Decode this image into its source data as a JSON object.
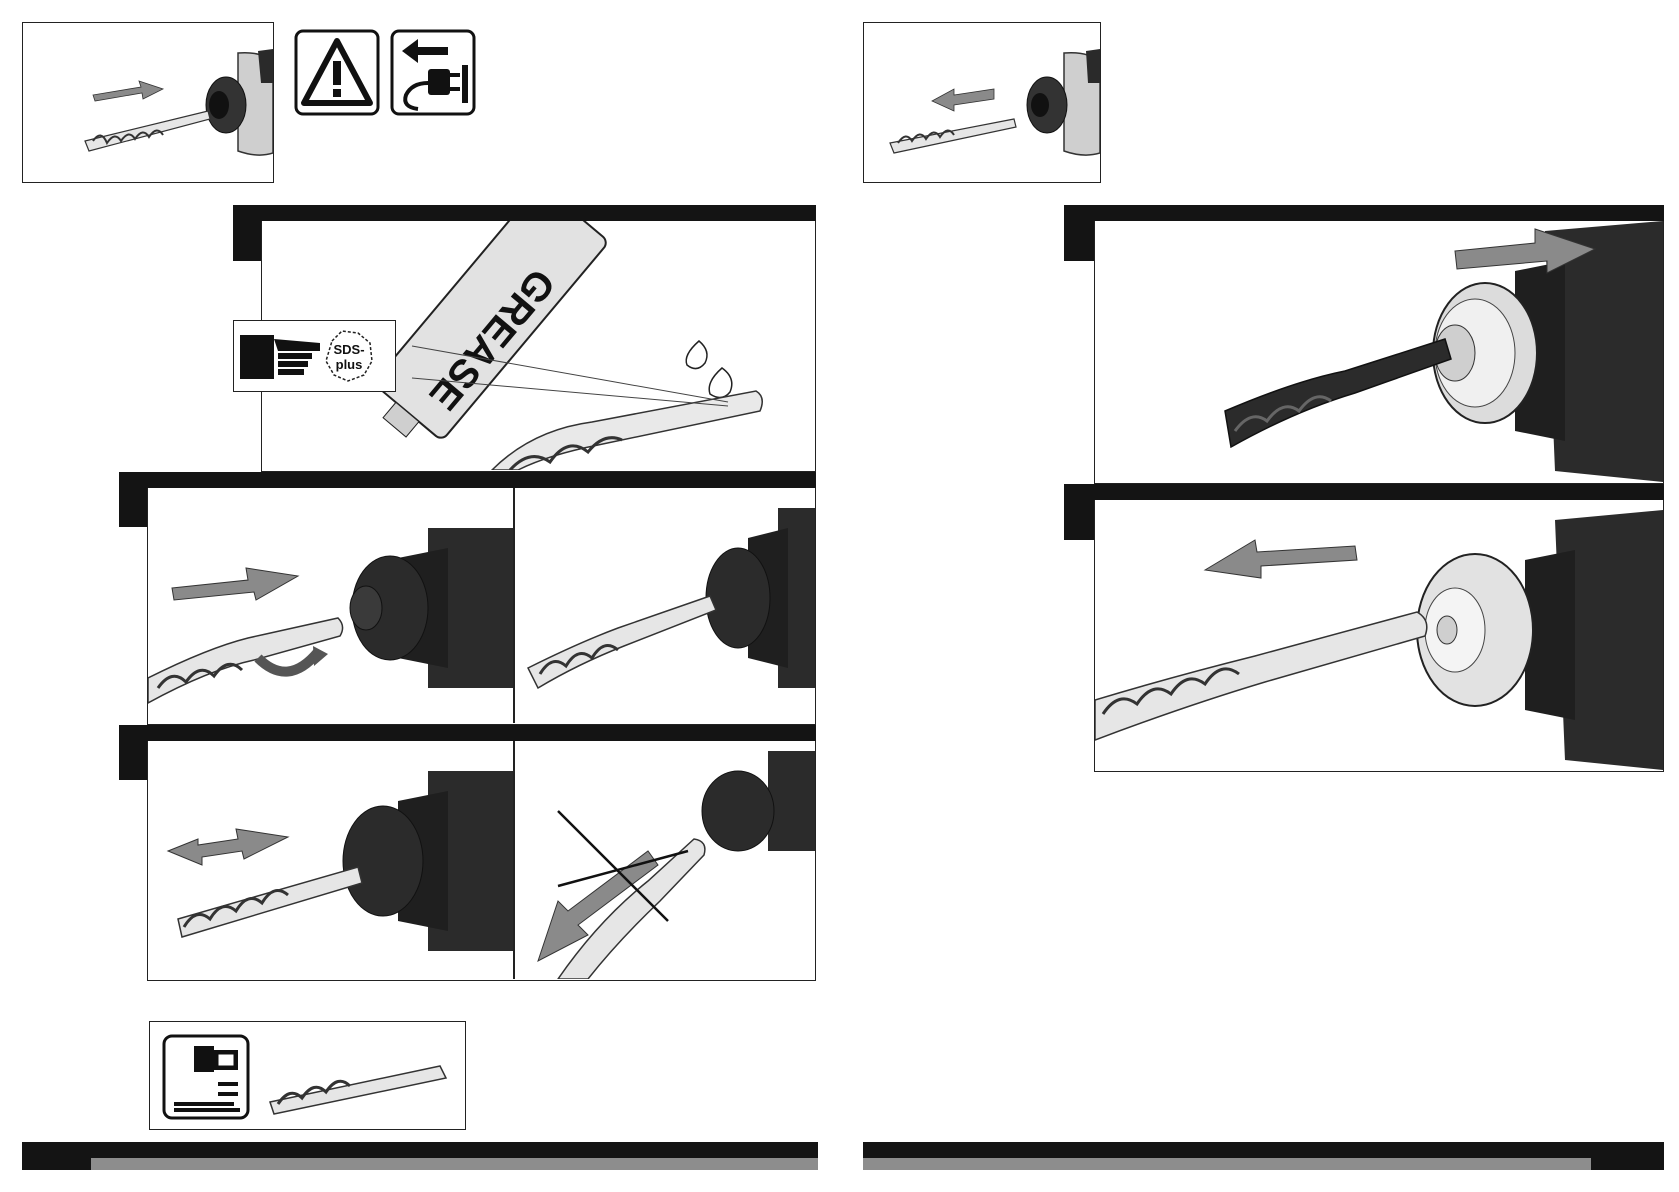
{
  "left_page": {
    "grease_step": {
      "tube_label": "GREASE",
      "badge_line1": "SDS-",
      "badge_line2": "plus"
    }
  },
  "icons": {
    "warning": "warning-triangle-icon",
    "unplug": "unplug-icon",
    "pointing_hand": "pointing-hand-icon",
    "drill_chuck_type": "chuck-type-icon"
  },
  "colors": {
    "ink": "#141414",
    "drill_body": "#2b2b2b",
    "bit_light": "#e6e6e6",
    "arrow_gray": "#8a8a8a",
    "footer_gray": "#8d8d8d"
  }
}
